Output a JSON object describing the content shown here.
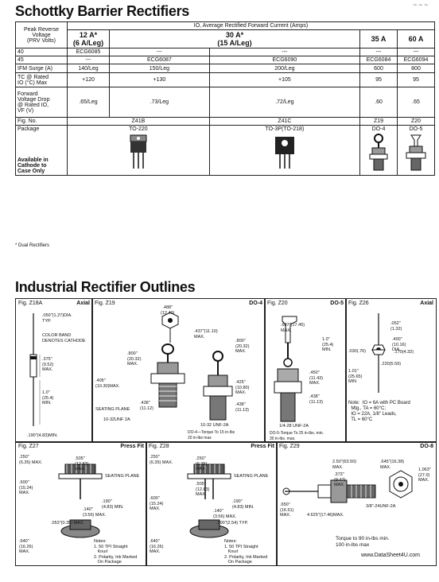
{
  "header": {
    "title": "Schottky Barrier Rectifiers",
    "corner": "~ ~ ~"
  },
  "table": {
    "col_head_label": "Peak Reverse\nVoltage\n(PRV Volts)",
    "col_head_current": "IO, Average Rectified Forward Current (Amps)",
    "groups": [
      {
        "l1": "12 A*",
        "l2": "(6 A/Leg)"
      },
      {
        "l1": "30 A*",
        "l2": "(15 A/Leg)"
      },
      {
        "l1": "35 A",
        "l2": ""
      },
      {
        "l1": "60 A",
        "l2": ""
      }
    ],
    "rows": [
      {
        "label": "40",
        "cells": [
          "ECG6085",
          "---",
          "---",
          "---",
          "---"
        ]
      },
      {
        "label": "45",
        "cells": [
          "---",
          "ECG6087",
          "ECG6090",
          "ECG6084",
          "ECG6094"
        ]
      },
      {
        "label": "IFM Surge (A)",
        "cells": [
          "140/Leg",
          "150/Leg",
          "200/Leg",
          "600",
          "800"
        ]
      },
      {
        "label": "TC @ Rated\nIO (°C) Max",
        "cells": [
          "+120",
          "+130",
          "+105",
          "95",
          "95"
        ]
      },
      {
        "label": "Forward\nVoltage Drop\n@ Rated IO,\nVF (V)",
        "cells": [
          ".65/Leg",
          ".73/Leg",
          ".72/Leg",
          ".60",
          ".65"
        ]
      },
      {
        "label": "Fig. No.",
        "cells": [
          "Z41B",
          "",
          "Z41C",
          "Z19",
          "Z20"
        ]
      },
      {
        "label": "Package",
        "cells": [
          "TO-220",
          "",
          "TO-3P(TO-218)",
          "DO-4",
          "DO-5"
        ]
      }
    ],
    "available_note": "Available in\nCathode to\nCase Only"
  },
  "footnote": "* Dual Rectifiers",
  "section2": {
    "title": "Industrial Rectifier Outlines"
  },
  "panels": {
    "z18a": {
      "fig": "Fig. Z18A",
      "pkg": "Axial",
      "notes": ".050\"(1.27)DIA.\nTYP.",
      "band": "COLOR BAND\nDENOTES CATHODE",
      "d1": ".375\"\n(9.52)\nMAX.",
      "d2": "1.0\"\n(25.4)\nMIN.",
      "d3": ".190\"(4.83)MIN."
    },
    "z19": {
      "fig": "Fig. Z19",
      "pkg": "DO-4",
      "t1": ".488\"\n(12.40)",
      "t2": ".800\"\n(20.32)\nMAX.",
      "t3": ".405\"\n(10.30)MAX.",
      "t4": "SEATING PLANE",
      "t5": "10-32UNF 2A",
      "t6": ".438\"\n(11.12)",
      "t7": ".437\"(11.10)\nMAX.",
      "t8": ".800\"\n(20.32)\nMAX.",
      "t9": ".425\"\n(10.80)\nMAX.",
      "t10": ".438\"\n(11.13)",
      "t11": "10-32 UNF-2A",
      "t12": "DO-4—Torque To 15 in-lbs\n20 in-lbs max"
    },
    "z20": {
      "fig": "Fig. Z20",
      "pkg": "DO-5",
      "t1": ".687\"(17.45)\nMAX.",
      "t2": "1.0\"\n(25.4)\nMIN.",
      "t3": ".450\"\n(11.43)\nMAX.",
      "t4": ".438\"\n(11.13)",
      "t5": "1/4-28 UNF-2A",
      "t6": "DO-5-Torque To 25 in-lbs. min.\n30 in-lbs. max."
    },
    "z26": {
      "fig": "Fig. Z26",
      "pkg": "Axial",
      "t1": ".052\"\n(1.32)",
      "t2": ".400\"\n(10.16)\nDIA.",
      "t3": ".030(.76)",
      "t4": ".170(4.32)",
      "t5": "1.01\"\n(25.65)\nMIN",
      "t6": ".220(5.59)",
      "t7": "Note:  IO = 6A with PC Board\n  Mtg., TA = 60°C;\n  IO = 22A, 1/8\" Leads,\n  TL = 60°C"
    },
    "z27": {
      "fig": "Fig. Z27",
      "pkg": "Press Fit",
      "t1": ".250\"\n(6.35) MAX.",
      "t2": ".505\"\n(12.83)\nMAX.",
      "t3": "SEATING PLANE",
      "t4": ".600\"\n(15.24)\nMAX.",
      "t5": ".190\"\n(4.83) MIN.",
      "t6": ".140\"\n(3.56) MAX.",
      "t7": ".053\"(0.35) MAX.",
      "t8": ".640\"\n(16.26)\nMAX.",
      "t9": "Notes:\n1. 50 TPI Straight\n   Knurl\n2. Polarity, Ink Marked\n   On Package"
    },
    "z28": {
      "fig": "Fig. Z28",
      "pkg": "Press Fit",
      "t1": ".250\"\n(6.35) MAX.",
      "t2": ".505\"\n(12.83)\nMAX.",
      "t3": "SEATING PLANE",
      "t4": ".600\"\n(15.24)\nMAX.",
      "t5": ".250\"\n(6.35)\nMAX.",
      "t6": ".190\"\n(4.83) MIN.",
      "t7": ".140\"\n(3.56) MAX.",
      "t8": ".100\"(2.54) TYP.",
      "t9": ".640\"\n(16.26)\nMAX.",
      "t10": "Notes:\n1. 50 TPI Straight\n   Knurl\n2. Polarity, Ink Marked\n   On Package"
    },
    "z29": {
      "fig": "Fig. Z29",
      "pkg": "DO-8",
      "t1": "2.50\"(63.50)\nMAX.",
      "t2": ".645\"(16.38)\nMAX.",
      "t3": ".373\"\n(9.47)\nMAX.",
      "t4": "1.063\"\n(27.0)\nMAX.",
      "t5": ".650\"\n(16.51)\nMAX.",
      "t6": "4.625\"(17.46)MAX.",
      "t7": "3/8\"-24UNF-2A",
      "t8": "Torque to 90 in-lbs min.\n100 in-lbs max",
      "t9": "www.DataSheet4U.com"
    }
  }
}
